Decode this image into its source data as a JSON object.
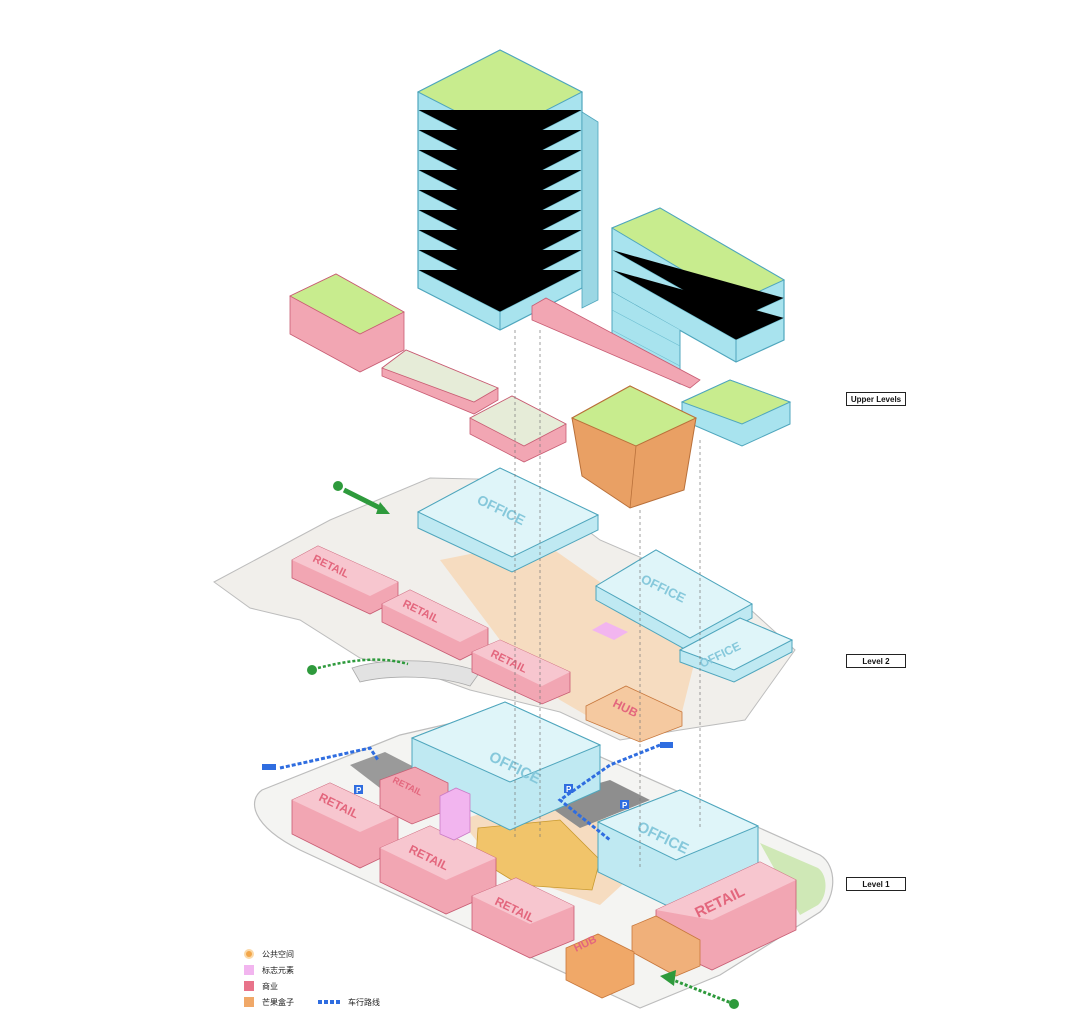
{
  "levels": {
    "upper": "Upper Levels",
    "level2": "Level 2",
    "level1": "Level 1"
  },
  "blocks": {
    "office": "OFFICE",
    "retail": "RETAIL",
    "hub": "HUB"
  },
  "parking_symbol": "P",
  "entrance_symbol": "P",
  "legend": [
    {
      "label": "公共空间",
      "color": "#f2a64a",
      "kind": "dot"
    },
    {
      "label": "标志元素",
      "color": "#f2b5ef",
      "kind": "square"
    },
    {
      "label": "商业",
      "color": "#e8738a",
      "kind": "square"
    },
    {
      "label": "芒果盒子",
      "color": "#f0a868",
      "kind": "square"
    }
  ],
  "legend_route": {
    "label": "车行路线",
    "color": "#2f6de0"
  },
  "colors": {
    "office_glass": "#a8e3ee",
    "office_edge": "#4fa6bd",
    "retail": "#f2a6b3",
    "retail_edge": "#c85c73",
    "green_roof": "#c8ec8e",
    "mango_box": "#e9a064",
    "plaza": "#f6dcc0",
    "vehicle_route": "#2f6de0",
    "pedestrian_route": "#2e9a3c"
  }
}
